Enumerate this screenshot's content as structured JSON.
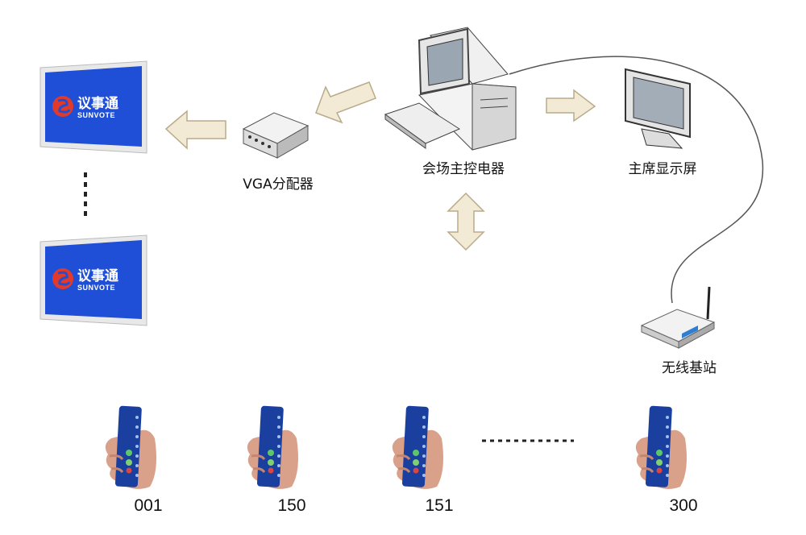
{
  "nodes": {
    "vga_splitter": "VGA分配器",
    "host_controller": "会场主控电器",
    "chair_display": "主席显示屏",
    "wireless_base": "无线基站"
  },
  "screen_logo": {
    "cn": "议事通",
    "en": "SUNVOTE"
  },
  "keypads": [
    "001",
    "150",
    "151",
    "300"
  ],
  "colors": {
    "screen_blue": "#1f4fd6",
    "arrow_fill": "#f3ead6",
    "arrow_stroke": "#b9ab8a",
    "keypad_blue": "#1a3f9e"
  }
}
